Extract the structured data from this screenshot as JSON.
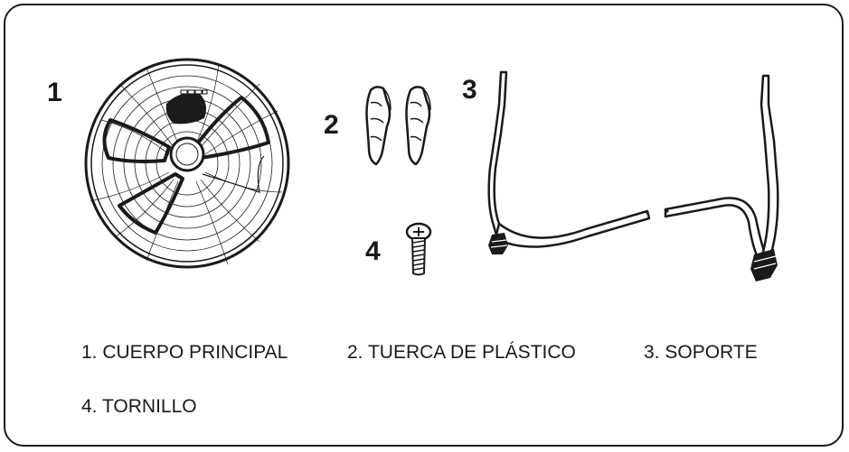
{
  "parts": [
    {
      "number": "1",
      "caption": "1. CUERPO PRINCIPAL",
      "icon": "fan-body-icon"
    },
    {
      "number": "2",
      "caption": "2. TUERCA DE PLÁSTICO",
      "icon": "plastic-nut-icon"
    },
    {
      "number": "3",
      "caption": "3. SOPORTE",
      "icon": "stand-icon"
    },
    {
      "number": "4",
      "caption": "4. TORNILLO",
      "icon": "screw-icon"
    }
  ],
  "colors": {
    "line": "#1a1a1a",
    "background": "#ffffff"
  }
}
